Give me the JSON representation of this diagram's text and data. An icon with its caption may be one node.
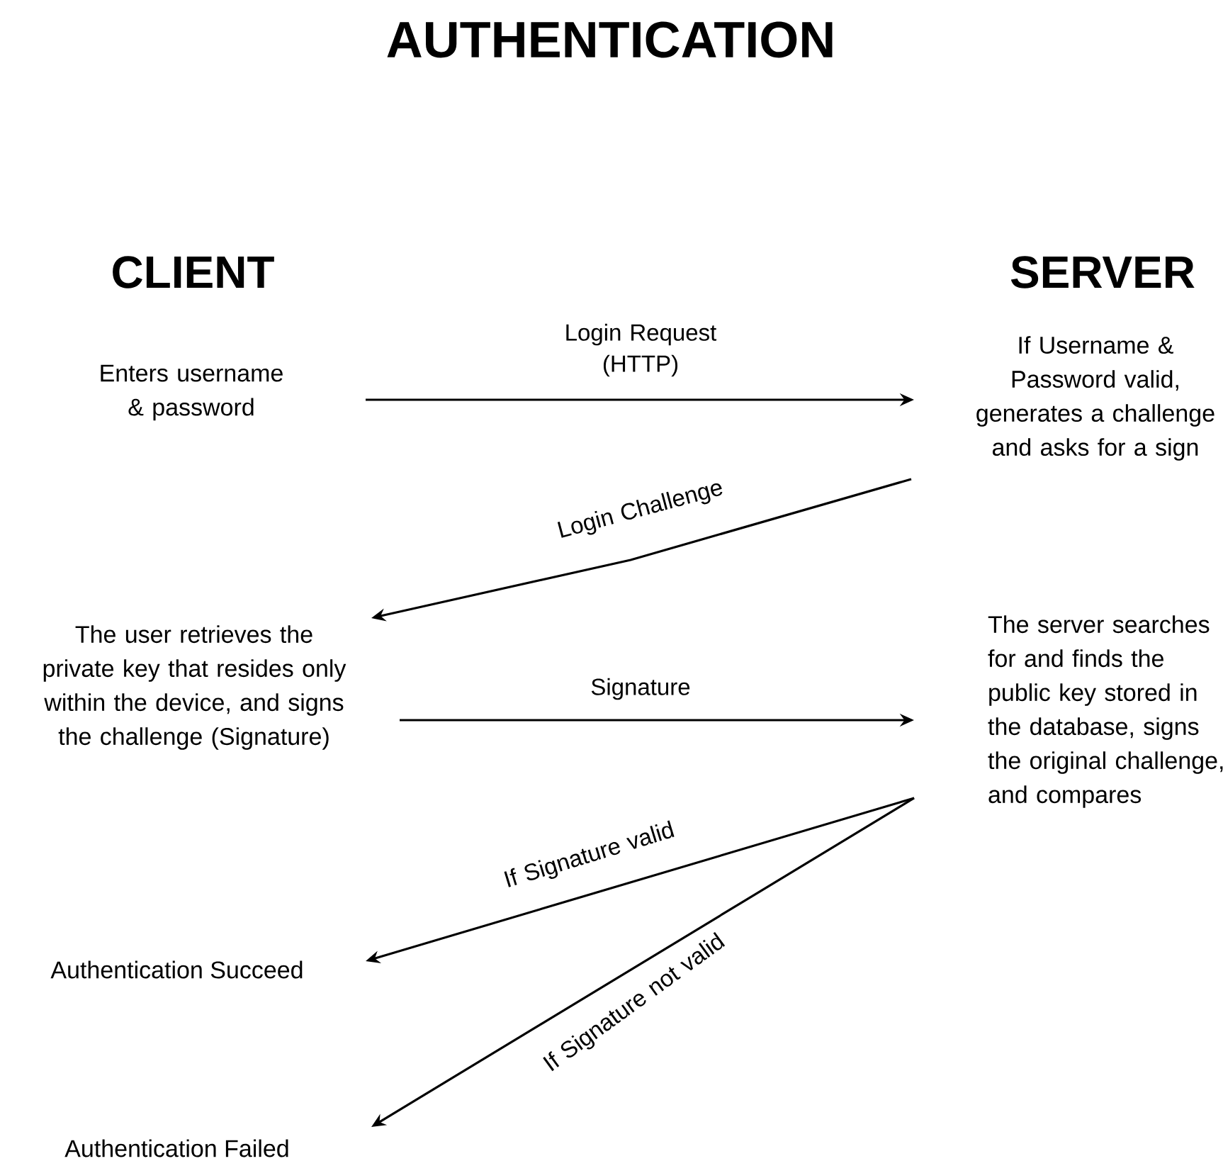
{
  "diagram": {
    "title": "AUTHENTICATION",
    "nodes": [
      {
        "text": [
          "Enters username & password"
        ]
      },
      {
        "text": [
          "If Username & Password valid, generates a challenge and asks for a sign"
        ]
      },
      {
        "text": [
          "The user retrieves the private key that resides only within the device, and signs the challenge (Signature)"
        ]
      },
      {
        "text": [
          "The server searches for and finds the public key stored in the database, signs the original challenge, and compares"
        ]
      },
      {
        "text": [
          "Authentication Succeed"
        ]
      },
      {
        "text": [
          "Authentication Failed"
        ]
      }
    ],
    "edges": [
      {
        "from": 0,
        "to": 1,
        "arrow": "to",
        "label": "Login Request (HTTP)"
      },
      {
        "from": 1,
        "to": 2,
        "arrow": "to",
        "label": "Login Challenge"
      },
      {
        "from": 2,
        "to": 3,
        "arrow": "to",
        "label": "Signature"
      },
      {
        "from": 3,
        "to": 4,
        "arrow": "to",
        "label": "If Signature valid"
      },
      {
        "from": 3,
        "to": 5,
        "arrow": "to",
        "label": "If Signature not valid"
      }
    ],
    "labels": [
      "CLIENT",
      "SERVER"
    ]
  }
}
